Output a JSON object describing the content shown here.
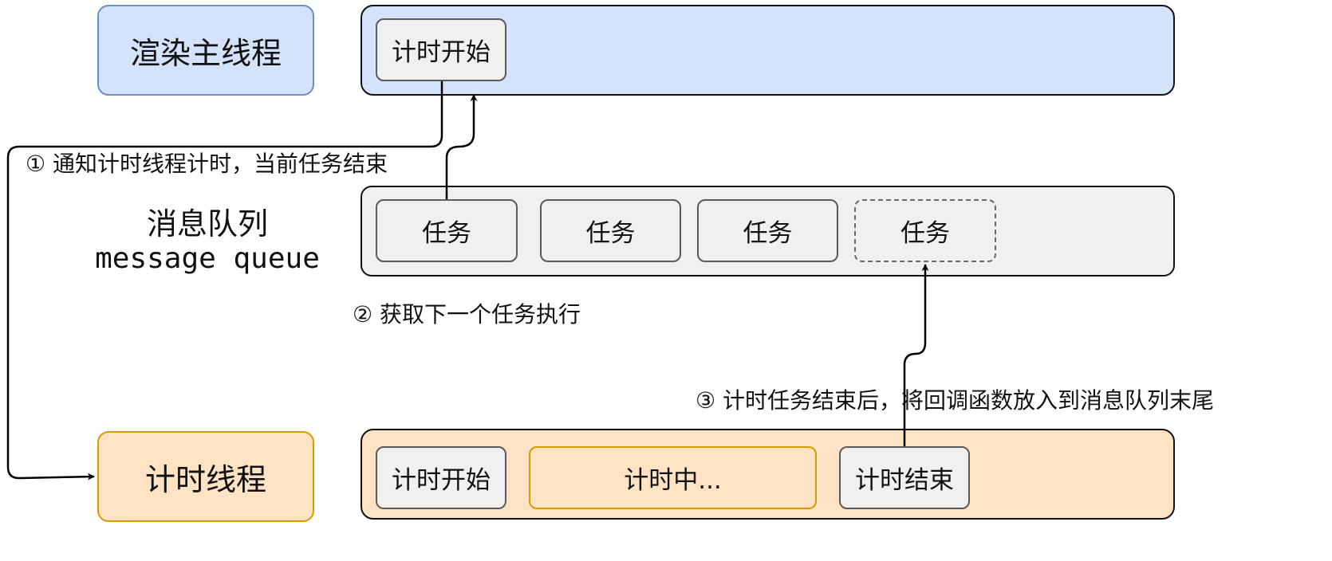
{
  "main_thread": {
    "label": "渲染主线程",
    "task_start": "计时开始"
  },
  "message_queue": {
    "title": "消息队列",
    "subtitle": "message queue",
    "tasks": [
      "任务",
      "任务",
      "任务",
      "任务"
    ]
  },
  "timer_thread": {
    "label": "计时线程",
    "start": "计时开始",
    "running": "计时中...",
    "end": "计时结束"
  },
  "steps": {
    "step1": "① 通知计时线程计时，当前任务结束",
    "step2": "② 获取下一个任务执行",
    "step3": "③ 计时任务结束后，将回调函数放入到消息队列末尾"
  },
  "colors": {
    "blue_fill": "#d4e3fb",
    "blue_stroke": "#6c8ebf",
    "orange_fill": "#fde2c4",
    "orange_stroke": "#d79b00",
    "gray_fill": "#f0f0f0",
    "gray_stroke": "#666666"
  }
}
